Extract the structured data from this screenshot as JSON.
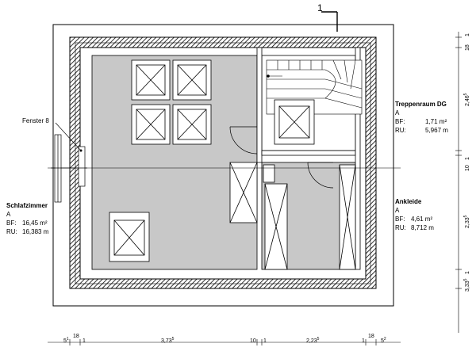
{
  "section_marker": "1",
  "callout": "Fenster 8",
  "rooms": [
    {
      "name": "Schlafzimmer",
      "level": "A",
      "bf_label": "BF:",
      "bf_value": "16,45 m²",
      "ru_label": "RU:",
      "ru_value": "16,383 m"
    },
    {
      "name": "Treppenraum DG",
      "level": "A",
      "bf_label": "BF:",
      "bf_value": "1,71 m²",
      "ru_label": "RU:",
      "ru_value": "5,967 m"
    },
    {
      "name": "Ankleide",
      "level": "A",
      "bf_label": "BF:",
      "bf_value": "4,61 m²",
      "ru_label": "RU:",
      "ru_value": "8,712 m"
    }
  ],
  "dims_bottom": [
    {
      "main": "5",
      "sup": "1"
    },
    {
      "main": "18",
      "sup": ""
    },
    {
      "main": "1",
      "sup": ""
    },
    {
      "main": "3,73",
      "sup": "5"
    },
    {
      "main": "10",
      "sup": ""
    },
    {
      "main": "1",
      "sup": ""
    },
    {
      "main": "2,23",
      "sup": "5"
    },
    {
      "main": "18",
      "sup": ""
    },
    {
      "main": "1",
      "sup": ""
    },
    {
      "main": "5",
      "sup": "2"
    }
  ],
  "dims_right": [
    {
      "main": "18",
      "sup": ""
    },
    {
      "main": "1",
      "sup": ""
    },
    {
      "main": "2,46",
      "sup": "5"
    },
    {
      "main": "10",
      "sup": ""
    },
    {
      "main": "1",
      "sup": ""
    },
    {
      "main": "2,33",
      "sup": "5"
    },
    {
      "main": "1",
      "sup": ""
    },
    {
      "main": "3,33",
      "sup": "5"
    }
  ],
  "colors": {
    "wall_hatch": "#000000",
    "room_fill": "#c8c8c8",
    "line": "#000000"
  }
}
